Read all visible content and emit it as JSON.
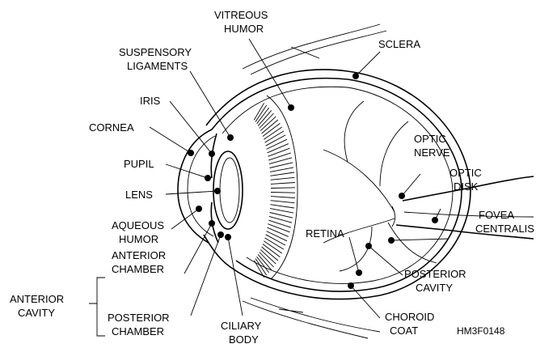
{
  "labels": {
    "vitreous_humor_1": "VITREOUS",
    "vitreous_humor_2": "HUMOR",
    "sclera": "SCLERA",
    "suspensory_1": "SUSPENSORY",
    "suspensory_2": "LIGAMENTS",
    "iris": "IRIS",
    "cornea": "CORNEA",
    "pupil": "PUPIL",
    "lens": "LENS",
    "aqueous_1": "AQUEOUS",
    "aqueous_2": "HUMOR",
    "anterior_chamber_1": "ANTERIOR",
    "anterior_chamber_2": "CHAMBER",
    "anterior_cavity_1": "ANTERIOR",
    "anterior_cavity_2": "CAVITY",
    "posterior_chamber_1": "POSTERIOR",
    "posterior_chamber_2": "CHAMBER",
    "ciliary_1": "CILIARY",
    "ciliary_2": "BODY",
    "optic_nerve_1": "OPTIC",
    "optic_nerve_2": "NERVE",
    "optic_disk_1": "OPTIC",
    "optic_disk_2": "DISK",
    "fovea_1": "FOVEA",
    "fovea_2": "CENTRALIS",
    "retina": "RETINA",
    "posterior_cavity_1": "POSTERIOR",
    "posterior_cavity_2": "CAVITY",
    "choroid_1": "CHOROID",
    "choroid_2": "COAT",
    "figure_id": "HM3F0148"
  }
}
